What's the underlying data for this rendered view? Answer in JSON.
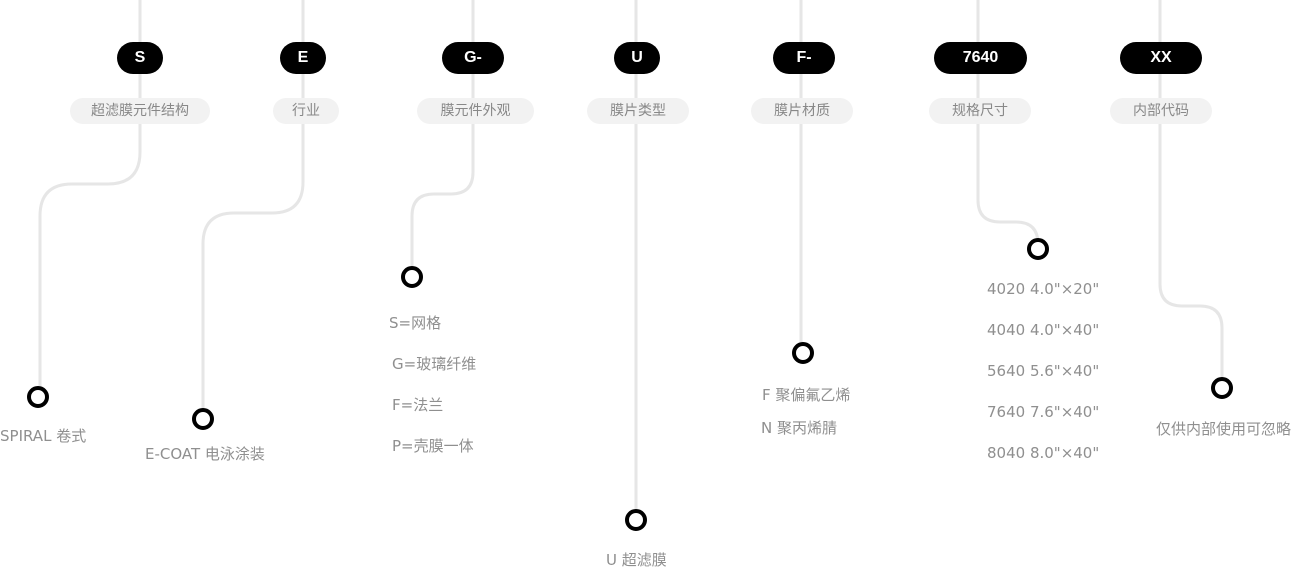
{
  "segments": [
    {
      "code": "S",
      "category": "超滤膜元件结构",
      "options": [
        "SPIRAL 卷式"
      ]
    },
    {
      "code": "E",
      "category": "行业",
      "options": [
        "E-COAT 电泳涂装"
      ]
    },
    {
      "code": "G-",
      "category": "膜元件外观",
      "options": [
        "S=网格",
        "G=玻璃纤维",
        "F=法兰",
        "P=壳膜一体"
      ]
    },
    {
      "code": "U",
      "category": "膜片类型",
      "options": [
        "U 超滤膜"
      ]
    },
    {
      "code": "F-",
      "category": "膜片材质",
      "options": [
        "F 聚偏氟乙烯",
        "N 聚丙烯腈"
      ]
    },
    {
      "code": "7640",
      "category": "规格尺寸",
      "options": [
        "4020 4.0\"×20\"",
        "4040 4.0\"×40\"",
        "5640 5.6\"×40\"",
        "7640 7.6\"×40\"",
        "8040 8.0\"×40\""
      ]
    },
    {
      "code": "XX",
      "category": "内部代码",
      "options": [
        "仅供内部使用可忽略"
      ]
    }
  ],
  "colors": {
    "line": "#e6e6e6",
    "pill": "#000000",
    "label_bg": "#f2f2f2",
    "text": "#8f8f8f"
  }
}
